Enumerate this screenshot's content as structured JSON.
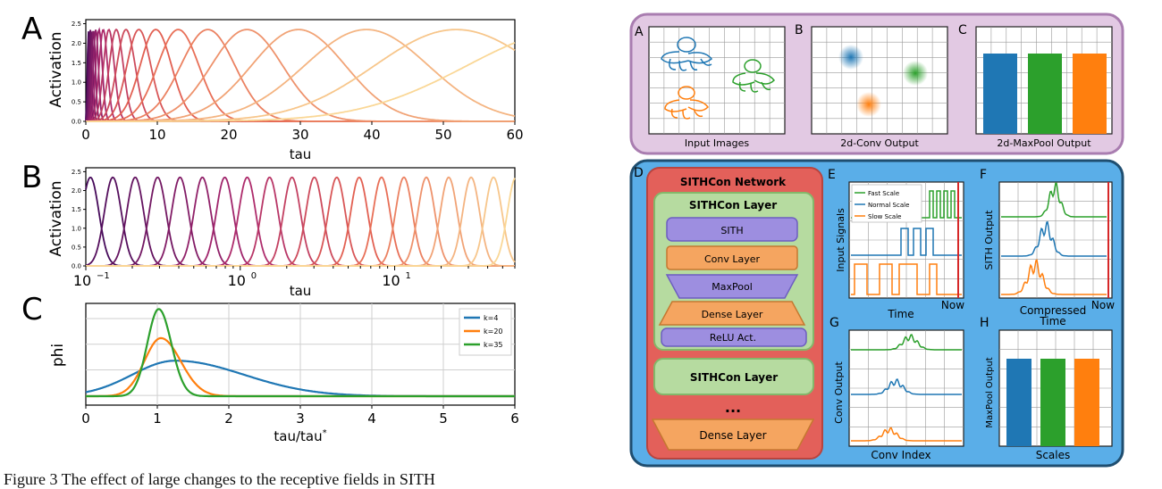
{
  "figure": {
    "caption": "Figure 3 The effect of large changes to the receptive fields in SITH",
    "left": {
      "panels": [
        {
          "letter": "A",
          "ylabel": "Activation",
          "xlabel": "tau",
          "yticks": [
            "0.0",
            "0.5",
            "1.0",
            "1.5",
            "2.0",
            "2.5"
          ],
          "xticks": [
            "0",
            "10",
            "20",
            "30",
            "40",
            "50",
            "60"
          ]
        },
        {
          "letter": "B",
          "ylabel": "Activation",
          "xlabel": "tau",
          "yticks": [
            "0.0",
            "0.5",
            "1.0",
            "1.5",
            "2.0",
            "2.5"
          ],
          "xticks": [
            "10",
            "10",
            "10"
          ],
          "xtick_exp": [
            "−1",
            "0",
            "1"
          ]
        },
        {
          "letter": "C",
          "ylabel": "phi",
          "xlabel": "tau/tau",
          "xlabel_sup": "*",
          "xticks": [
            "0",
            "1",
            "2",
            "3",
            "4",
            "5",
            "6"
          ],
          "legend": [
            "k=4",
            "k=20",
            "k=35"
          ]
        }
      ]
    },
    "right": {
      "top_labels": [
        "A",
        "B",
        "C"
      ],
      "top_captions": [
        "Input Images",
        "2d-Conv Output",
        "2d-MaxPool Output"
      ],
      "d_letter": "D",
      "network_title": "SITHCon Network",
      "layer_title": "SITHCon Layer",
      "layer_items": [
        "SITH",
        "Conv Layer",
        "MaxPool",
        "Dense Layer",
        "ReLU Act."
      ],
      "second_layer": "SITHCon Layer",
      "ellipsis": "...",
      "dense_bottom": "Dense Layer",
      "sub_letters": [
        "E",
        "F",
        "G",
        "H"
      ],
      "e_legend": [
        "Fast Scale",
        "Normal Scale",
        "Slow Scale"
      ],
      "e_ylabel": "Input Signals",
      "e_xlabel": "Time",
      "e_now": "Now",
      "f_ylabel": "SITH Output",
      "f_xlabel_1": "Compressed",
      "f_xlabel_2": "Time",
      "f_now": "Now",
      "g_ylabel": "Conv Output",
      "g_xlabel": "Conv Index",
      "h_ylabel": "MaxPool Output",
      "h_xlabel": "Scales"
    },
    "colors": {
      "blue": "#1f77b4",
      "orange": "#ff7f0e",
      "green": "#2ca02c",
      "purple_panel": "#e2c9e3",
      "blue_panel": "#5aaee8",
      "network": "#e3605a"
    }
  },
  "chart_data": [
    {
      "type": "line",
      "panel": "A",
      "xlim": [
        0,
        60
      ],
      "ylim": [
        0,
        2.5
      ],
      "xscale": "linear",
      "series_count": 20
    },
    {
      "type": "line",
      "panel": "B",
      "xlim": [
        0.1,
        60
      ],
      "ylim": [
        0,
        2.5
      ],
      "xscale": "log",
      "series_count": 20
    },
    {
      "type": "line",
      "panel": "C",
      "xlim": [
        0,
        6
      ],
      "grid": true,
      "legend": "top-right",
      "series": [
        {
          "name": "k=4",
          "color": "#1f77b4",
          "peak_x": 1.25,
          "peak_y": 0.55
        },
        {
          "name": "k=20",
          "color": "#ff7f0e",
          "peak_x": 1.05,
          "peak_y": 0.9
        },
        {
          "name": "k=35",
          "color": "#2ca02c",
          "peak_x": 1.02,
          "peak_y": 1.35
        }
      ]
    },
    {
      "type": "bar",
      "panel": "H",
      "categories": [
        "blue",
        "green",
        "orange"
      ],
      "values": [
        1,
        1,
        1
      ]
    }
  ]
}
